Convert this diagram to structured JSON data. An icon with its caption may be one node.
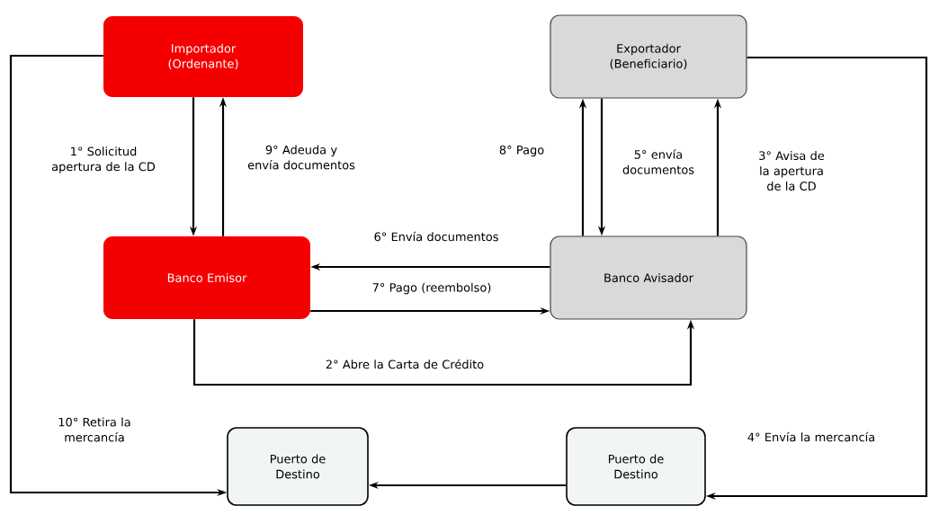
{
  "diagram": {
    "nodes": [
      {
        "text": [
          "Importador (Ordenante)"
        ]
      },
      {
        "text": [
          "Exportador (Beneficiario)"
        ]
      },
      {
        "text": [
          "Banco Emisor"
        ]
      },
      {
        "text": [
          "Banco Avisador"
        ]
      },
      {
        "text": [
          "Puerto de Destino"
        ]
      },
      {
        "text": [
          "Puerto de Destino"
        ]
      }
    ],
    "edges": [
      {
        "from": 0,
        "to": 2,
        "arrow": "to",
        "label": "1° Solicitud apertura de la CD"
      },
      {
        "from": 2,
        "to": 0,
        "arrow": "to",
        "label": "9° Adeuda y envía documentos"
      },
      {
        "from": 3,
        "to": 2,
        "arrow": "to",
        "label": "6° Envía documentos"
      },
      {
        "from": 2,
        "to": 3,
        "arrow": "to",
        "label": "7° Pago (reembolso)"
      },
      {
        "from": 2,
        "to": 3,
        "arrow": "to",
        "label": "2° Abre la Carta de Crédito"
      },
      {
        "from": 3,
        "to": 1,
        "arrow": "to",
        "label": "8° Pago"
      },
      {
        "from": 1,
        "to": 3,
        "arrow": "to",
        "label": "5° envía documentos"
      },
      {
        "from": 3,
        "to": 1,
        "arrow": "to",
        "label": "3° Avisa de la apertura de la CD"
      },
      {
        "from": 1,
        "to": 5,
        "arrow": "to",
        "label": "4° Envía la mercancía"
      },
      {
        "from": 5,
        "to": 4,
        "arrow": "to"
      },
      {
        "from": 0,
        "to": 4,
        "arrow": "to",
        "label": "10° Retira la mercancía"
      }
    ]
  }
}
